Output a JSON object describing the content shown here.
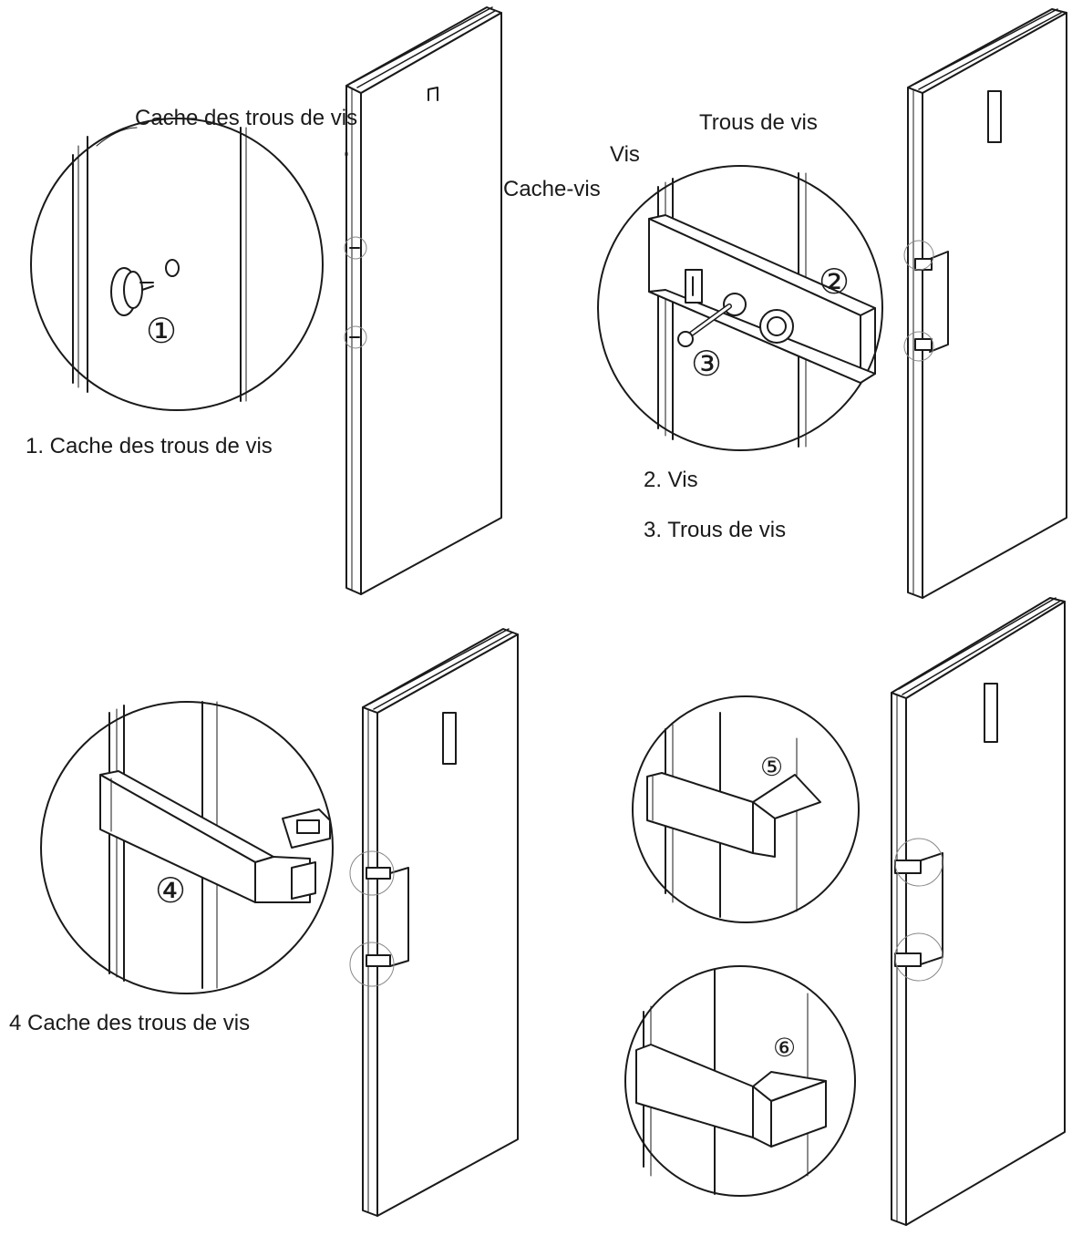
{
  "panel1": {
    "callout": "Cache des trous de vis",
    "marker": "①",
    "caption": "1. Cache des trous de vis"
  },
  "panel2": {
    "callout_holes": "Trous de vis",
    "callout_screw": "Vis",
    "callout_cover": "Cache-vis",
    "marker_a": "②",
    "marker_b": "③",
    "caption_screw": "2. Vis",
    "caption_holes": "3. Trous de vis"
  },
  "panel3": {
    "marker": "④",
    "caption": "4  Cache des trous de vis"
  },
  "panel4": {
    "marker_a": "⑤",
    "marker_b": "⑥"
  },
  "colors": {
    "line": "#1a1a1a",
    "background": "#ffffff"
  }
}
